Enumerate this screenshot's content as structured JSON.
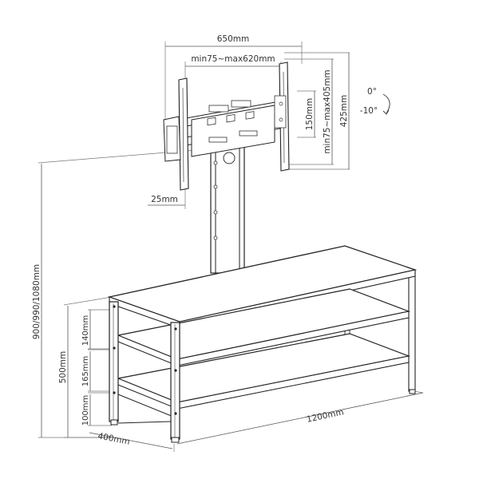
{
  "dimensions": {
    "mount_width": "650mm",
    "mount_vesa_h": "min75~max620mm",
    "mount_vesa_v": "min75~max405mm",
    "mount_height": "425mm",
    "mount_spacing": "150mm",
    "mount_depth": "25mm",
    "total_height": "900/990/1080mm",
    "shelf_height": "500mm",
    "gap_top": "140mm",
    "gap_mid": "165mm",
    "gap_bottom": "100mm",
    "depth": "400mm",
    "length": "1200mm"
  },
  "tilt": {
    "up": "0°",
    "down": "-10°"
  }
}
